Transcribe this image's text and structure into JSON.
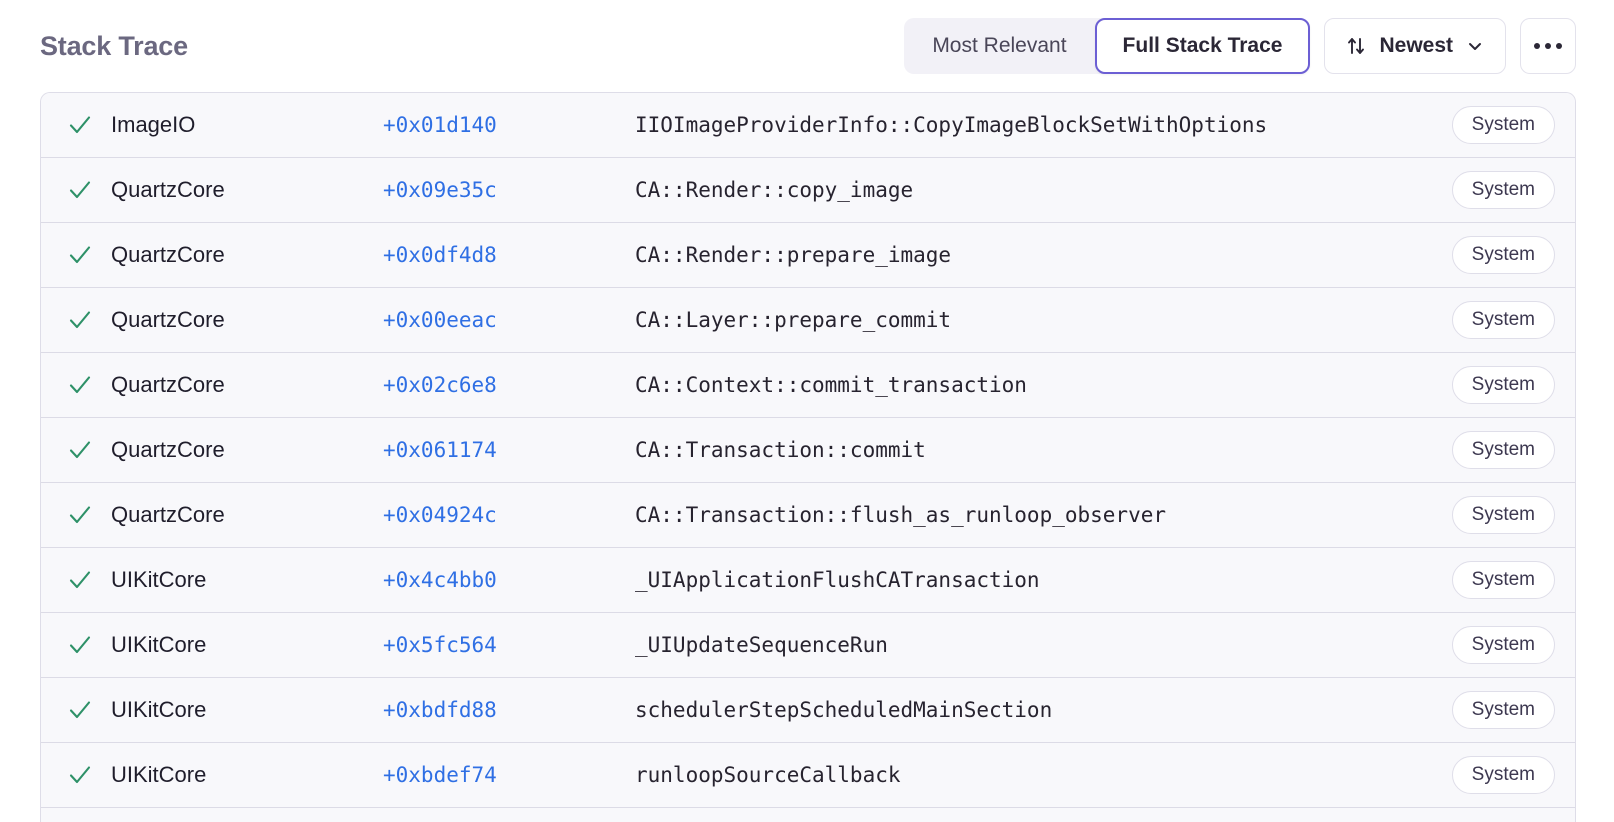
{
  "header": {
    "title": "Stack Trace",
    "segmented": {
      "options": [
        "Most Relevant",
        "Full Stack Trace"
      ],
      "selected": "Full Stack Trace",
      "most_relevant_label": "Most Relevant",
      "full_stack_trace_label": "Full Stack Trace"
    },
    "sort": {
      "label": "Newest",
      "icon": "sort-arrows-icon",
      "chevron": "chevron-down-icon"
    },
    "more": {
      "icon": "ellipsis-icon",
      "label": "..."
    }
  },
  "colors": {
    "accent_purple": "#6c5fd4",
    "address_blue": "#2f6fe4",
    "check_green": "#2e9168",
    "title_gray": "#6b6880",
    "row_bg": "#f8f8fb",
    "divider": "#dcdbe6",
    "border": "#dedde8"
  },
  "frames": [
    {
      "checked": true,
      "check_icon": "checkmark-icon",
      "binary": "ImageIO",
      "address": "+0x01d140",
      "symbol": "IIOImageProviderInfo::CopyImageBlockSetWithOptions",
      "tag": "System"
    },
    {
      "checked": true,
      "check_icon": "checkmark-icon",
      "binary": "QuartzCore",
      "address": "+0x09e35c",
      "symbol": "CA::Render::copy_image",
      "tag": "System"
    },
    {
      "checked": true,
      "check_icon": "checkmark-icon",
      "binary": "QuartzCore",
      "address": "+0x0df4d8",
      "symbol": "CA::Render::prepare_image",
      "tag": "System"
    },
    {
      "checked": true,
      "check_icon": "checkmark-icon",
      "binary": "QuartzCore",
      "address": "+0x00eeac",
      "symbol": "CA::Layer::prepare_commit",
      "tag": "System"
    },
    {
      "checked": true,
      "check_icon": "checkmark-icon",
      "binary": "QuartzCore",
      "address": "+0x02c6e8",
      "symbol": "CA::Context::commit_transaction",
      "tag": "System"
    },
    {
      "checked": true,
      "check_icon": "checkmark-icon",
      "binary": "QuartzCore",
      "address": "+0x061174",
      "symbol": "CA::Transaction::commit",
      "tag": "System"
    },
    {
      "checked": true,
      "check_icon": "checkmark-icon",
      "binary": "QuartzCore",
      "address": "+0x04924c",
      "symbol": "CA::Transaction::flush_as_runloop_observer",
      "tag": "System"
    },
    {
      "checked": true,
      "check_icon": "checkmark-icon",
      "binary": "UIKitCore",
      "address": "+0x4c4bb0",
      "symbol": "_UIApplicationFlushCATransaction",
      "tag": "System"
    },
    {
      "checked": true,
      "check_icon": "checkmark-icon",
      "binary": "UIKitCore",
      "address": "+0x5fc564",
      "symbol": "_UIUpdateSequenceRun",
      "tag": "System"
    },
    {
      "checked": true,
      "check_icon": "checkmark-icon",
      "binary": "UIKitCore",
      "address": "+0xbdfd88",
      "symbol": "schedulerStepScheduledMainSection",
      "tag": "System"
    },
    {
      "checked": true,
      "check_icon": "checkmark-icon",
      "binary": "UIKitCore",
      "address": "+0xbdef74",
      "symbol": "runloopSourceCallback",
      "tag": "System"
    }
  ]
}
